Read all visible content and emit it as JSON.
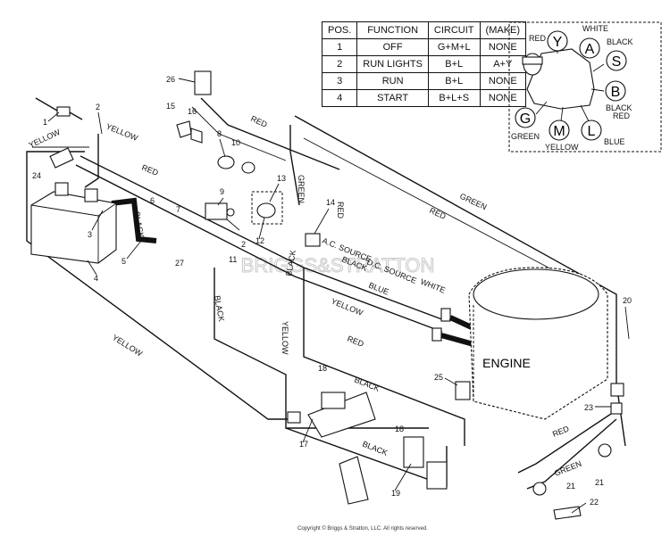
{
  "table": {
    "headers": [
      "POS.",
      "FUNCTION",
      "CIRCUIT",
      "(MAKE)"
    ],
    "rows": [
      [
        "1",
        "OFF",
        "G+M+L",
        "NONE"
      ],
      [
        "2",
        "RUN LIGHTS",
        "B+L",
        "A+Y"
      ],
      [
        "3",
        "RUN",
        "B+L",
        "NONE"
      ],
      [
        "4",
        "START",
        "B+L+S",
        "NONE"
      ]
    ]
  },
  "switch": {
    "terminals": [
      {
        "id": "Y",
        "wire": "RED"
      },
      {
        "id": "A",
        "wire": "WHITE"
      },
      {
        "id": "S",
        "wire": "BLACK"
      },
      {
        "id": "B",
        "wire": "BLACK RED"
      },
      {
        "id": "L",
        "wire": "BLUE"
      },
      {
        "id": "M",
        "wire": "YELLOW"
      },
      {
        "id": "G",
        "wire": "GREEN"
      }
    ],
    "label_black": "BLACK",
    "label_red": "RED"
  },
  "wire_labels": {
    "yellow": "YELLOW",
    "red": "RED",
    "black": "BLACK",
    "green": "GREEN",
    "white": "WHITE",
    "blue": "BLUE",
    "ac_source": "A.C. SOURCE",
    "dc_source": "D.C. SOURCE"
  },
  "engine_label": "ENGINE",
  "watermark": "BRIGGS&STRATTON",
  "part_numbers": [
    "1",
    "2",
    "3",
    "4",
    "5",
    "6",
    "7",
    "8",
    "9",
    "10",
    "11",
    "12",
    "13",
    "14",
    "15",
    "16",
    "17",
    "18",
    "19",
    "20",
    "21",
    "22",
    "23",
    "24",
    "25",
    "26",
    "27"
  ],
  "copyright": "Copyright © Briggs & Stratton, LLC. All rights reserved."
}
